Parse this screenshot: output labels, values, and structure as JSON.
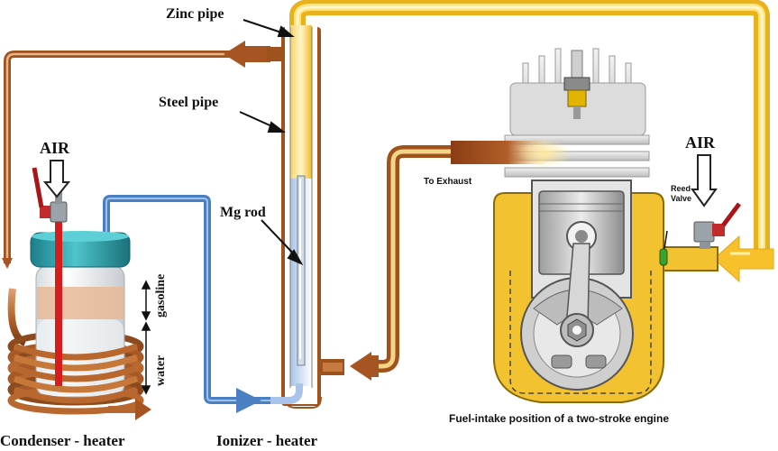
{
  "labels": {
    "zinc_pipe": "Zinc pipe",
    "steel_pipe": "Steel pipe",
    "mg_rod": "Mg rod",
    "air_left": "AIR",
    "air_right": "AIR",
    "gasoline": "gasoline",
    "water": "water",
    "to_exhaust": "To Exhaust",
    "reed_valve_line1": "Reed",
    "reed_valve_line2": "Valve",
    "condenser_caption": "Condenser - heater",
    "ionizer_caption": "Ionizer - heater",
    "engine_caption": "Fuel-intake position of a two-stroke engine"
  },
  "colors": {
    "fuel_yellow": "#f6c12b",
    "exhaust_brown": "#a0521d",
    "water_blue": "#4a7fc4",
    "copper": "#b87333",
    "rod_red": "#d61c1c",
    "cap_teal": "#2ba0a8",
    "engine_yellow": "#f3c230",
    "engine_grey": "#cfcfcf"
  }
}
